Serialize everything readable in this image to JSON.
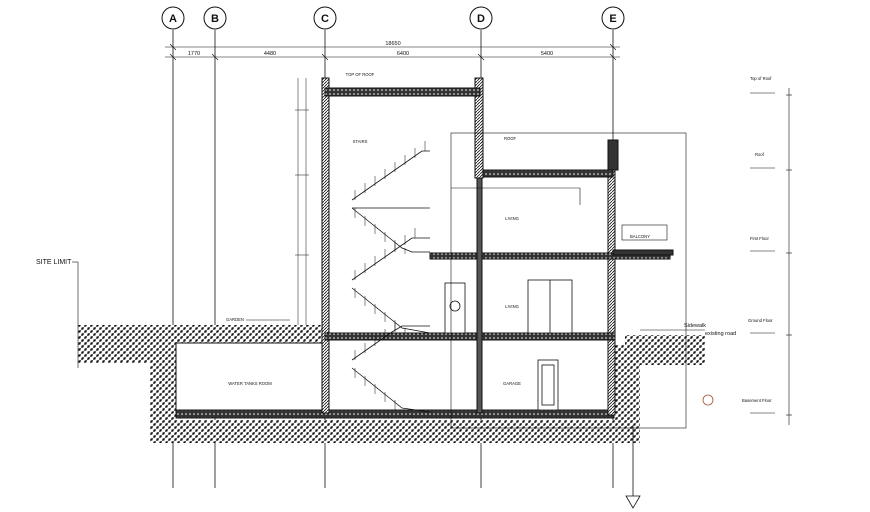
{
  "grid": {
    "labels": [
      "A",
      "B",
      "C",
      "D",
      "E"
    ]
  },
  "dimensions": {
    "total": "18650",
    "segments": [
      "1770",
      "4480",
      "6400",
      "5400"
    ]
  },
  "levels": {
    "top_of_roof": "Top of Roof",
    "roof": "Roof",
    "first_floor": "First Floor",
    "ground_floor": "Ground Floor",
    "basement_floor": "Basement Floor"
  },
  "labels": {
    "site_limit": "SITE LIMIT",
    "garden": "GARDEN",
    "top_of_roof_tag": "TOP OF ROOF",
    "stairs": "STAIRS",
    "living_upper": "LIVING",
    "living_lower": "LIVING",
    "garage": "GARAGE",
    "water_tanks": "WATER TANKS ROOM",
    "balcony": "BALCONY",
    "roof_tag": "ROOF",
    "sidewalk": "Sidewalk",
    "existing_road": "existing road"
  },
  "colors": {
    "line": "#111111",
    "hatch": "#222222"
  }
}
